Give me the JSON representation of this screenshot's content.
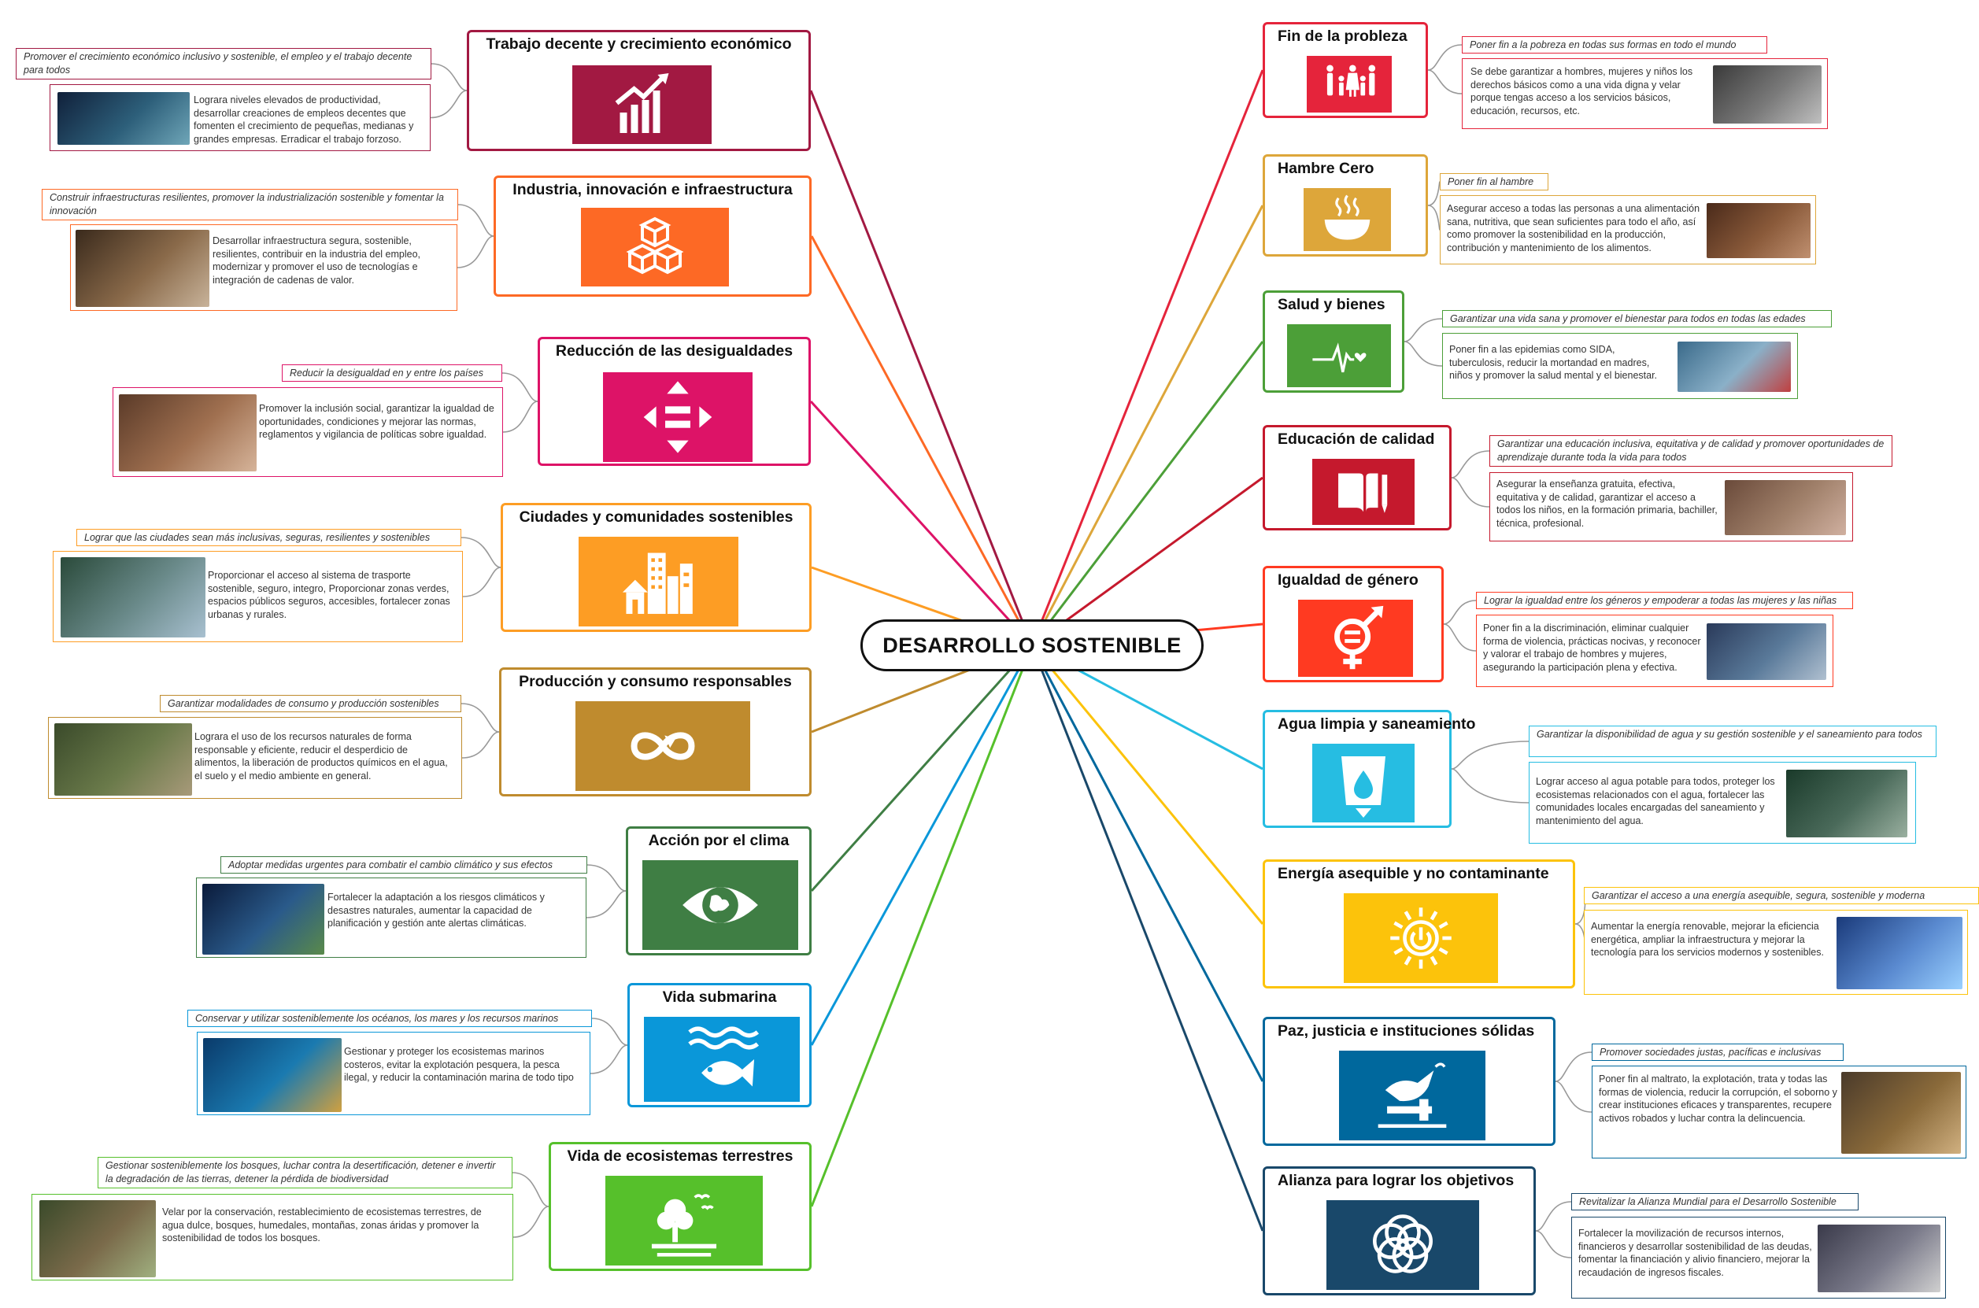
{
  "center_title": "DESARROLLO SOSTENIBLE",
  "nodes": [
    {
      "title": "Trabajo decente y crecimiento económico",
      "color": "#A21942",
      "icon": "growth-chart-icon",
      "subtitle": "Promover el crecimiento económico inclusivo y sostenible, el empleo y el trabajo decente para todos",
      "detail": "Lograra niveles elevados de productividad, desarrollar creaciones de empleos decentes que fomenten el crecimiento de pequeñas, medianas y grandes empresas. Erradicar el trabajo forzoso."
    },
    {
      "title": "Industria, innovación e infraestructura",
      "color": "#FD6925",
      "icon": "cubes-icon",
      "subtitle": "Construir infraestructuras resilientes, promover la industrialización sostenible y fomentar la innovación",
      "detail": "Desarrollar infraestructura segura, sostenible, resilientes, contribuir en la industria del empleo, modernizar y promover el uso de tecnologías e integración de cadenas de valor."
    },
    {
      "title": "Reducción de las desigualdades",
      "color": "#DD1367",
      "icon": "equality-arrows-icon",
      "subtitle": "Reducir la desigualdad en y entre los países",
      "detail": "Promover la inclusión social, garantizar la igualdad de oportunidades, condiciones y mejorar las normas, reglamentos y vigilancia de políticas sobre igualdad."
    },
    {
      "title": "Ciudades y comunidades sostenibles",
      "color": "#FD9D24",
      "icon": "city-buildings-icon",
      "subtitle": "Lograr que las ciudades sean más inclusivas, seguras, resilientes y sostenibles",
      "detail": "Proporcionar el acceso al sistema de trasporte sostenible, seguro, integro, Proporcionar zonas verdes, espacios públicos seguros, accesibles, fortalecer zonas urbanas y rurales."
    },
    {
      "title": "Producción y consumo responsables",
      "color": "#BF8B2E",
      "icon": "infinity-icon",
      "subtitle": "Garantizar modalidades de consumo y producción sostenibles",
      "detail": "Lograra el uso de los recursos naturales de forma responsable y eficiente, reducir el desperdicio de alimentos, la liberación de productos químicos en el agua, el suelo y el medio ambiente en general."
    },
    {
      "title": "Acción por el clima",
      "color": "#3F7E44",
      "icon": "earth-eye-icon",
      "subtitle": "Adoptar medidas urgentes para combatir el cambio climático y sus efectos",
      "detail": "Fortalecer la adaptación a los riesgos climáticos y desastres naturales, aumentar la capacidad de planificación y gestión ante alertas climáticas."
    },
    {
      "title": "Vida submarina",
      "color": "#0A97D9",
      "icon": "fish-waves-icon",
      "subtitle": "Conservar y utilizar sosteniblemente los océanos, los mares y los recursos marinos",
      "detail": "Gestionar y proteger los ecosistemas marinos costeros, evitar la explotación pesquera, la pesca ilegal, y reducir la contaminación marina de todo tipo"
    },
    {
      "title": "Vida de ecosistemas terrestres",
      "color": "#56C02B",
      "icon": "tree-birds-icon",
      "subtitle": "Gestionar sosteniblemente los bosques, luchar contra la desertificación, detener e invertir la degradación de las tierras, detener la pérdida de biodiversidad",
      "detail": "Velar por la conservación, restablecimiento de ecosistemas terrestres, de agua dulce, bosques, humedales, montañas, zonas áridas y promover la sostenibilidad de todos los bosques."
    },
    {
      "title": "Fin de la probleza",
      "color": "#E5243B",
      "icon": "family-icon",
      "subtitle": "Poner fin a la pobreza en todas sus formas en todo el mundo",
      "detail": " Se debe garantizar a hombres, mujeres y niños los derechos básicos como a   una vida digna y velar porque tengas acceso a los servicios básicos, educación, recursos, etc."
    },
    {
      "title": "Hambre Cero",
      "color": "#DDA63A",
      "icon": "bowl-icon",
      "subtitle": "Poner fin al hambre",
      "detail": "Asegurar acceso a todas las personas a una alimentación sana, nutritiva, que sean suficientes para todo el año, así como promover la sostenibilidad en la producción, contribución y mantenimiento de los alimentos."
    },
    {
      "title": "Salud y bienes",
      "color": "#4C9F38",
      "icon": "heartbeat-icon",
      "subtitle": "Garantizar una vida sana y promover el bienestar para todos en todas las edades",
      "detail": "Poner fin a las epidemias como SIDA, tuberculosis, reducir la mortandad en madres, niños y promover la salud mental y el bienestar."
    },
    {
      "title": "Educación de calidad",
      "color": "#C5192D",
      "icon": "book-pencil-icon",
      "subtitle": "Garantizar una educación inclusiva, equitativa y de calidad y promover oportunidades de aprendizaje durante toda la vida para todos",
      "detail": "Asegurar la enseñanza gratuita, efectiva, equitativa y de calidad, garantizar el acceso a todos los niños, en la formación primaria, bachiller, técnica, profesional."
    },
    {
      "title": "Igualdad de género",
      "color": "#FF3A21",
      "icon": "gender-symbol-icon",
      "subtitle": "Lograr la igualdad entre los géneros y empoderar a todas las mujeres y las niñas",
      "detail": "Poner fin a la discriminación, eliminar cualquier forma de violencia, prácticas nocivas, y reconocer y valorar el trabajo de hombres y mujeres, asegurando la participación plena y efectiva."
    },
    {
      "title": "Agua limpia y saneamiento",
      "color": "#26BDE2",
      "icon": "water-drop-icon",
      "subtitle": "Garantizar la disponibilidad de agua y su gestión sostenible y el saneamiento para todos",
      "detail": "Lograr acceso al agua potable para todos, proteger los ecosistemas relacionados con el agua, fortalecer las comunidades locales encargadas del saneamiento y mantenimiento del agua."
    },
    {
      "title": "Energía asequible y no contaminante",
      "color": "#FCC30B",
      "icon": "sun-power-icon",
      "subtitle": "Garantizar el acceso a una energía asequible, segura, sostenible y moderna",
      "detail": "Aumentar la energía renovable, mejorar la eficiencia energética, ampliar la infraestructura y mejorar la tecnología para los servicios modernos y sostenibles."
    },
    {
      "title": "Paz, justicia e instituciones sólidas",
      "color": "#00689D",
      "icon": "dove-gavel-icon",
      "subtitle": "Promover sociedades justas, pacíficas e inclusivas",
      "detail": "Poner fin al maltrato, la explotación, trata y todas las formas de violencia, reducir la corrupción, el soborno y crear instituciones eficaces y transparentes, recupere activos robados y luchar contra la delincuencia."
    },
    {
      "title": "Alianza para lograr los objetivos",
      "color": "#19486A",
      "icon": "rings-flower-icon",
      "subtitle": "Revitalizar la Alianza Mundial para el Desarrollo Sostenible",
      "detail": "Fortalecer la movilización de recursos internos, financieros y desarrollar sostenibilidad de las deudas, fomentar la financiación y alivio financiero, mejorar la recaudación de ingresos fiscales."
    }
  ]
}
